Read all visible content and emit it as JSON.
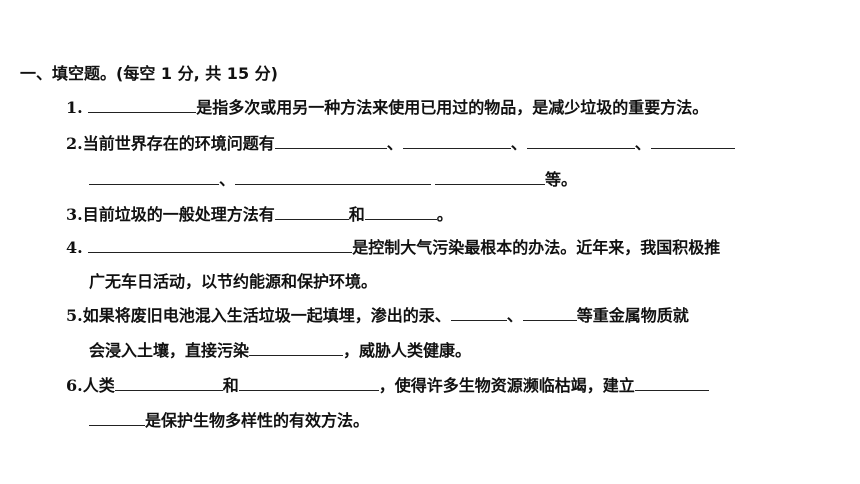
{
  "title": "一、填空题。(每空 1 分, 共 15 分)",
  "questions": {
    "q1": {
      "num": "1.",
      "text_a": "是指多次或用另一种方法来使用已用过的物品，是减少垃圾的重要方法。"
    },
    "q2": {
      "num": "2.",
      "text_a": "当前世界存在的环境问题有",
      "sep": "、",
      "text_end": "等。"
    },
    "q3": {
      "num": "3.",
      "text_a": "目前垃圾的一般处理方法有",
      "text_b": "和",
      "text_c": "。"
    },
    "q4": {
      "num": "4.",
      "text_a": "是控制大气污染最根本的办法。近年来，我国积极推",
      "text_b": "广无车日活动，以节约能源和保护环境。"
    },
    "q5": {
      "num": "5.",
      "text_a": "如果将废旧电池混入生活垃圾一起填埋，渗出的汞、",
      "sep": "、",
      "text_b": "等重金属物质就",
      "text_c": "会浸入土壤，直接污染",
      "text_d": "，威胁人类健康。"
    },
    "q6": {
      "num": "6.",
      "text_a": "人类",
      "text_b": "和",
      "text_c": "，使得许多生物资源濒临枯竭，建立",
      "text_d": "是保护生物多样性的有效方法。"
    }
  }
}
